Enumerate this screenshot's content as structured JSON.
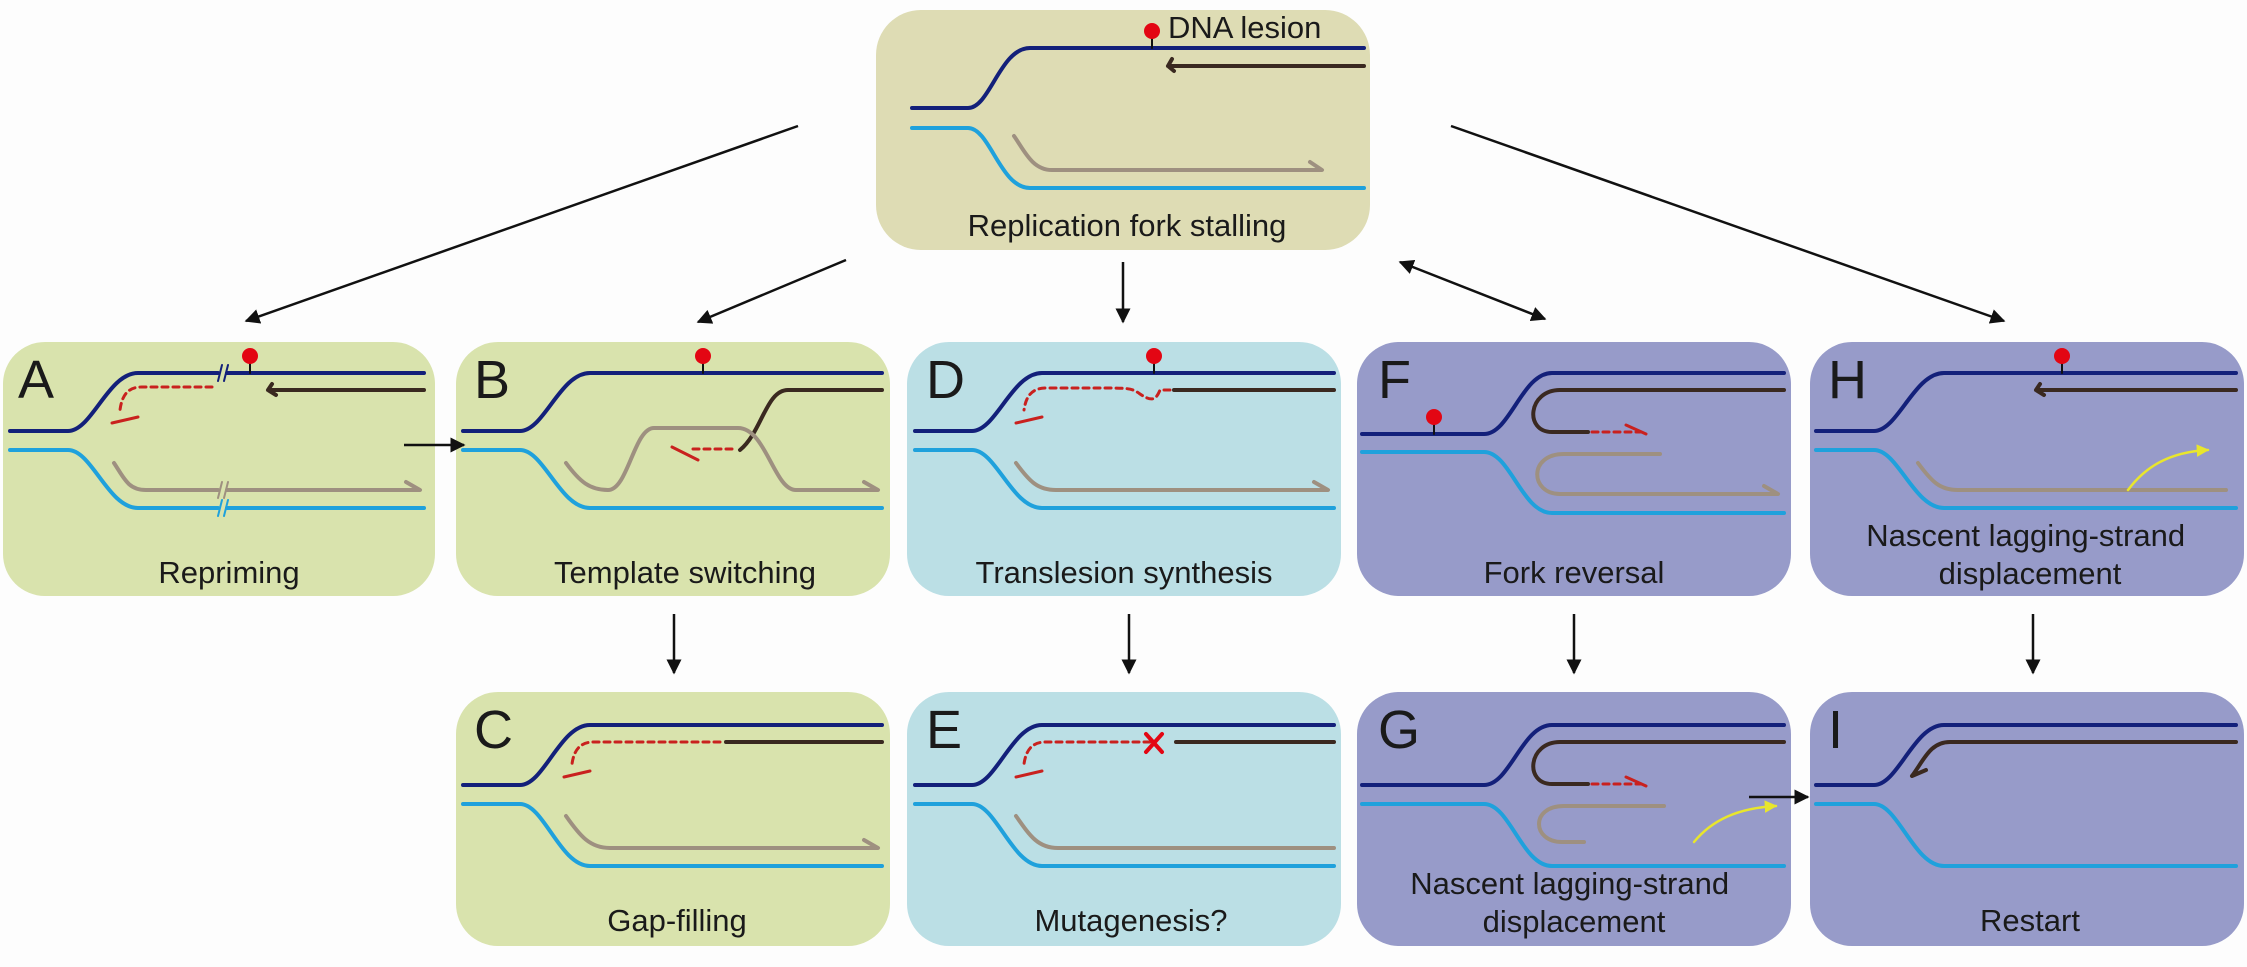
{
  "top": {
    "lesion_label": "DNA lesion",
    "caption": "Replication fork stalling"
  },
  "panels": {
    "A": {
      "letter": "A",
      "caption": [
        "Repriming"
      ]
    },
    "B": {
      "letter": "B",
      "caption": [
        "Template switching"
      ]
    },
    "C": {
      "letter": "C",
      "caption": [
        "Gap-filling"
      ]
    },
    "D": {
      "letter": "D",
      "caption": [
        "Translesion synthesis"
      ]
    },
    "E": {
      "letter": "E",
      "caption": [
        "Mutagenesis?"
      ]
    },
    "F": {
      "letter": "F",
      "caption": [
        "Fork reversal"
      ]
    },
    "G": {
      "letter": "G",
      "caption": [
        "Nascent lagging-strand",
        "displacement"
      ]
    },
    "H": {
      "letter": "H",
      "caption": [
        "Nascent lagging-strand",
        "displacement"
      ]
    },
    "I": {
      "letter": "I",
      "caption": [
        "Restart"
      ]
    }
  },
  "colors": {
    "top_bg": "#dedcb4",
    "green_bg": "#d9e3ad",
    "blue_bg": "#bbdfe5",
    "purple_bg": "#979bc9",
    "parental_leading": "#13207a",
    "parental_lagging": "#1fa1dc",
    "nascent_leading": "#3a2920",
    "nascent_lagging": "#9e9080",
    "primer": "#c9211e",
    "lesion": "#e30613",
    "displacement": "#e9e62c",
    "arrow": "#111111"
  }
}
